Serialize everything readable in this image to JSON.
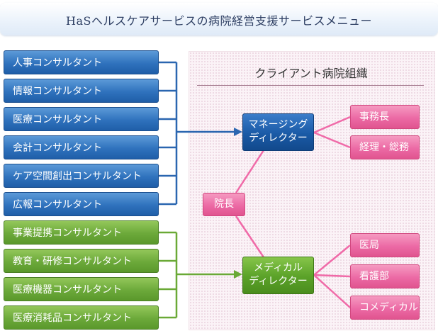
{
  "header": {
    "title": "HaSヘルスケアサービスの病院経営支援サービスメニュー"
  },
  "consultants_blue": [
    "人事コンサルタント",
    "情報コンサルタント",
    "医療コンサルタント",
    "会計コンサルタント",
    "ケア空間創出コンサルタント",
    "広報コンサルタント"
  ],
  "consultants_green": [
    "事業提携コンサルタント",
    "教育・研修コンサルタント",
    "医療機器コンサルタント",
    "医療消耗品コンサルタント"
  ],
  "org": {
    "title": "クライアント病院組織",
    "director": "院長",
    "managing": {
      "line1": "マネージング",
      "line2": "ディレクター"
    },
    "medical": {
      "line1": "メディカル",
      "line2": "ディレクター"
    },
    "managing_children": [
      "事務長",
      "経理・総務"
    ],
    "medical_children": [
      "医局",
      "看護部",
      "コメディカル"
    ]
  },
  "colors": {
    "blue": "#2f72bd",
    "green": "#6ca93a",
    "pink": "#ec6aa5",
    "dark_blue": "#1a5aa6",
    "dark_green": "#5aa128"
  }
}
